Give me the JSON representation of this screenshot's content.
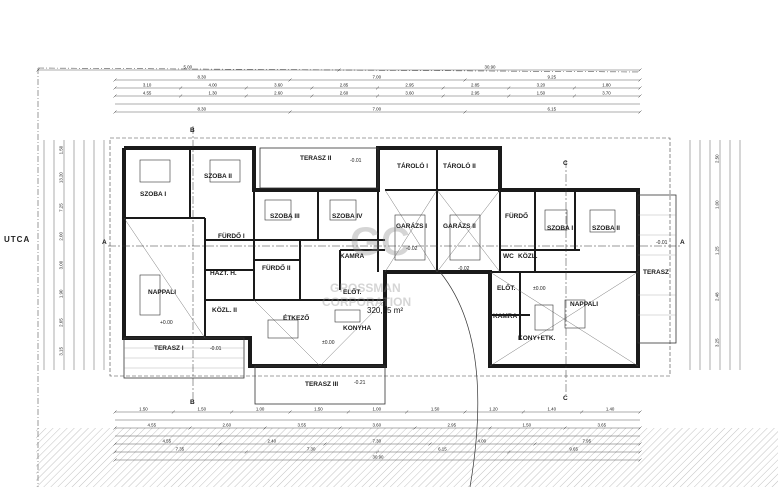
{
  "street": "UTCA",
  "area": "320,15 m²",
  "rooms": {
    "szoba1_left": "SZOBA I",
    "szoba2_left": "SZOBA II",
    "furdo1": "FÜRDŐ I",
    "haztart": "HÁZT. H.",
    "nappali_left": "NAPPALI",
    "kozl2": "KÖZL. II",
    "etkezo": "ÉTKEZŐ",
    "konyha": "KONYHA",
    "szoba3": "SZOBA III",
    "szoba4": "SZOBA IV",
    "furdo2": "FÜRDŐ II",
    "kamra_mid": "KAMRA",
    "eloter_mid": "ELŐT.",
    "terasz1": "TERASZ I",
    "terasz2": "TERASZ II",
    "terasz3": "TERASZ III",
    "tarolo1": "TÁROLÓ I",
    "tarolo2": "TÁROLÓ II",
    "garazs1": "GARÁZS I",
    "garazs2": "GARÁZS II",
    "furdo_right": "FÜRDŐ",
    "wc": "WC",
    "kozl_right": "KÖZL.",
    "szoba1_right": "SZOBA I",
    "szoba2_right": "SZOBA II",
    "eloter_right": "ELŐT.",
    "kamra_right": "KAMRA",
    "nappali_right": "NAPPALI",
    "konyha_etk": "KONY+ETK.",
    "terasz_right": "TERASZ"
  },
  "section_marks": {
    "a": "A",
    "b": "B",
    "c": "C"
  },
  "dims_top": {
    "row1": [
      "5.00",
      "30.90"
    ],
    "row2": [
      "8.30",
      "7.00",
      "9.25"
    ],
    "row3": [
      "3.10",
      "4.00",
      "3.60",
      "2.85",
      "2.95",
      "2.85",
      "3.20",
      "1.80"
    ],
    "row4": [
      "4.55",
      "1.30",
      "2.60",
      "2.60",
      "3.60",
      "2.95",
      "1.50",
      "3.70"
    ],
    "row5": [
      "8.30",
      "7.00",
      "6.15"
    ]
  },
  "dims_bottom": {
    "row1": [
      "1.50",
      "1.50",
      "1.00",
      "1.50",
      "1.00",
      "1.50",
      "1.20",
      "1.40",
      "1.40"
    ],
    "row2": [
      "4.55",
      "2.60",
      "3.55",
      "3.60",
      "2.95",
      "1.50",
      "3.65"
    ],
    "row3": [
      "4.55",
      "2.40",
      "7.30",
      "4.00",
      "7.95"
    ],
    "row4": [
      "7.35",
      "7.30",
      "6.15",
      "9.65"
    ],
    "row5": [
      "30.90"
    ]
  },
  "dims_left": [
    "1.50",
    "13.20",
    "7.25",
    "2.00",
    "3.00",
    "1.90",
    "2.65",
    "3.15"
  ],
  "dims_right": [
    "2.50",
    "1.00",
    "1.25",
    "2.48",
    "3.25"
  ],
  "levels": [
    "±0.00",
    "-0.01",
    "-0.02",
    "-0.21",
    "+0.00"
  ],
  "watermark": {
    "letters": "GC",
    "text1": "GROSSMAN",
    "text2": "CORPORATION"
  }
}
